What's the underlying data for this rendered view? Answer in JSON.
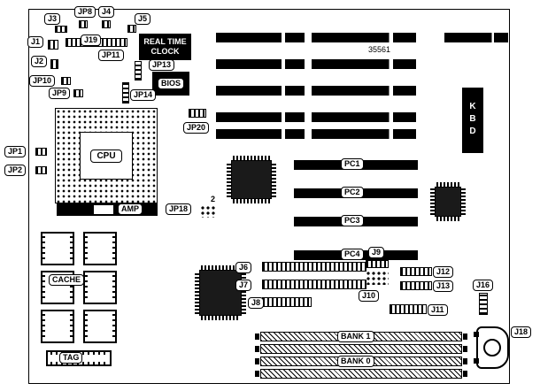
{
  "part_number": "35561",
  "labels": {
    "J1": "J1",
    "J2": "J2",
    "J3": "J3",
    "J4": "J4",
    "J5": "J5",
    "J6": "J6",
    "J7": "J7",
    "J8": "J8",
    "J9": "J9",
    "J10": "J10",
    "J11": "J11",
    "J12": "J12",
    "J13": "J13",
    "J16": "J16",
    "J18": "J18",
    "J19": "J19",
    "JP1": "JP1",
    "JP2": "JP2",
    "JP8": "JP8",
    "JP9": "JP9",
    "JP10": "JP10",
    "JP11": "JP11",
    "JP13": "JP13",
    "JP14": "JP14",
    "JP18": "JP18",
    "JP20": "JP20",
    "pin2": "2"
  },
  "components": {
    "cpu": "CPU",
    "amp": "AMP",
    "bios": "BIOS",
    "rtc": "REAL TIME CLOCK",
    "kbd": "KBD",
    "cache": "CACHE",
    "tag": "TAG",
    "pc1": "PC1",
    "pc2": "PC2",
    "pc3": "PC3",
    "pc4": "PC4",
    "bank0": "BANK 0",
    "bank1": "BANK 1"
  },
  "colors": {
    "ink": "#000000",
    "paper": "#ffffff"
  }
}
